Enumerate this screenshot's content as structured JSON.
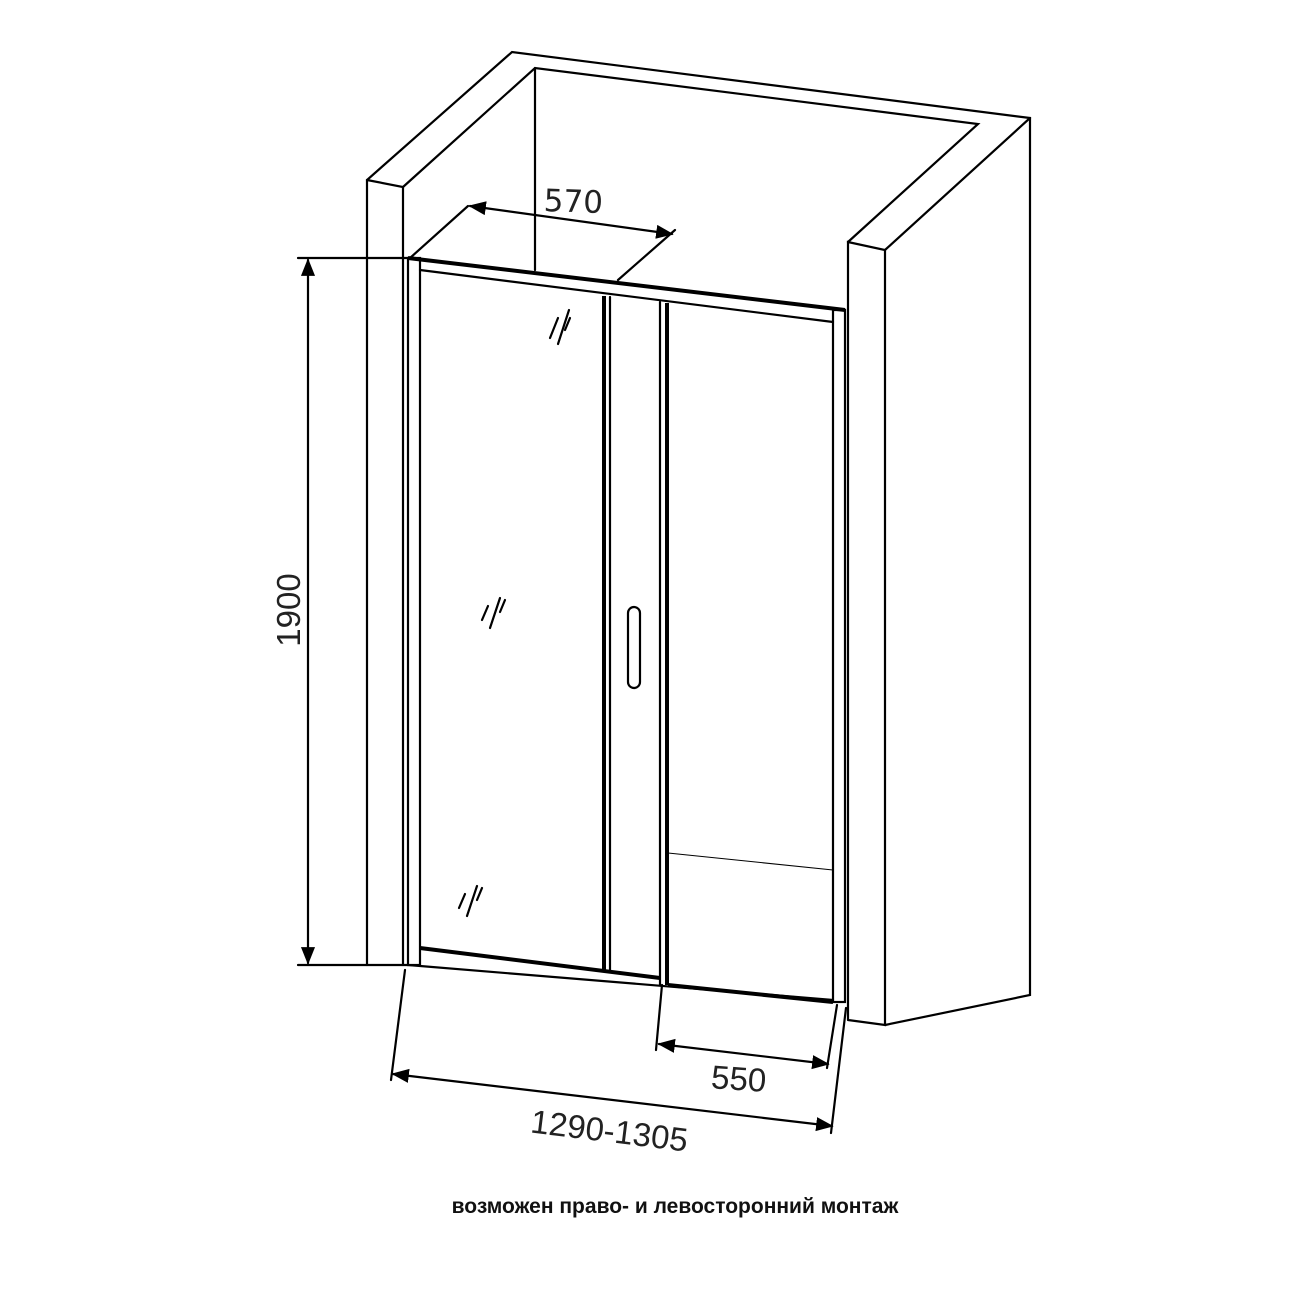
{
  "dimensions": {
    "depth_top": "570",
    "height": "1900",
    "door_width": "550",
    "total_width": "1290-1305"
  },
  "caption": "возможен право- и левосторонний монтаж",
  "colors": {
    "line": "#000000",
    "background": "#ffffff"
  }
}
